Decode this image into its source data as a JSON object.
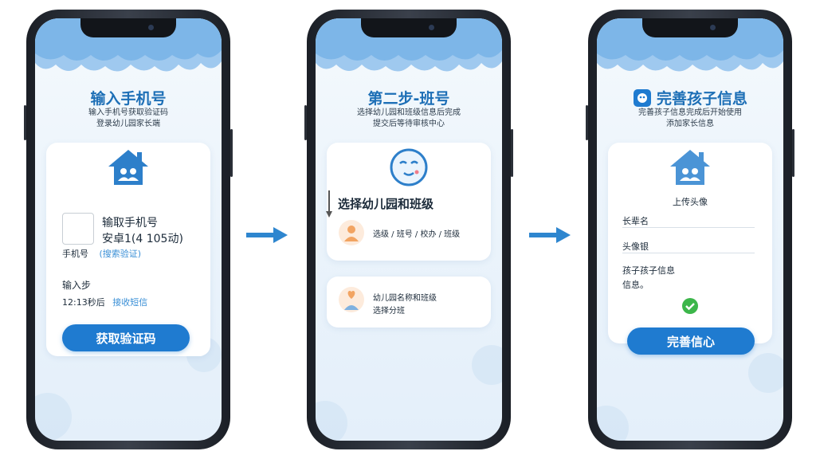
{
  "colors": {
    "accent": "#1f7bd0",
    "title": "#1d6fb6",
    "success": "#3cb64a",
    "orange": "#f2a462"
  },
  "icons": [
    "house-icon",
    "smiley-icon",
    "person-icon",
    "heart-person-icon",
    "check-icon",
    "app-logo-icon",
    "right-arrow-icon"
  ],
  "screens": [
    {
      "title": "输入手机号",
      "subtitle": [
        "输入手机号获取验证码",
        "登录幼儿园家长端"
      ],
      "phone_label": "输取手机号",
      "phone_value": "安卓1(4 105动)",
      "hint_prefix": "手机号",
      "hint_link": "(搜索验证)",
      "next_label": "输入步",
      "time_text": "12:13秒后",
      "time_link": "接收短信",
      "button": "获取验证码"
    },
    {
      "title": "第二步-班号",
      "subtitle": [
        "选择幼儿园和班级信息后完成",
        "提交后等待审核中心"
      ],
      "section_title": "选择幼儿园和班级",
      "row1": "选级 / 班号 / 校办 / 班级",
      "row2_line1": "幼儿园名称和班级",
      "row2_line2": "选择分班"
    },
    {
      "title": "完善孩子信息",
      "subtitle": [
        "完善孩子信息完成后开始使用",
        "添加家长信息"
      ],
      "label_top": "上传头像",
      "field1": "长辈名",
      "field2": "头像银",
      "info_line1": "孩子孩子信息",
      "info_line2": "信息。",
      "button": "完善信心"
    }
  ]
}
